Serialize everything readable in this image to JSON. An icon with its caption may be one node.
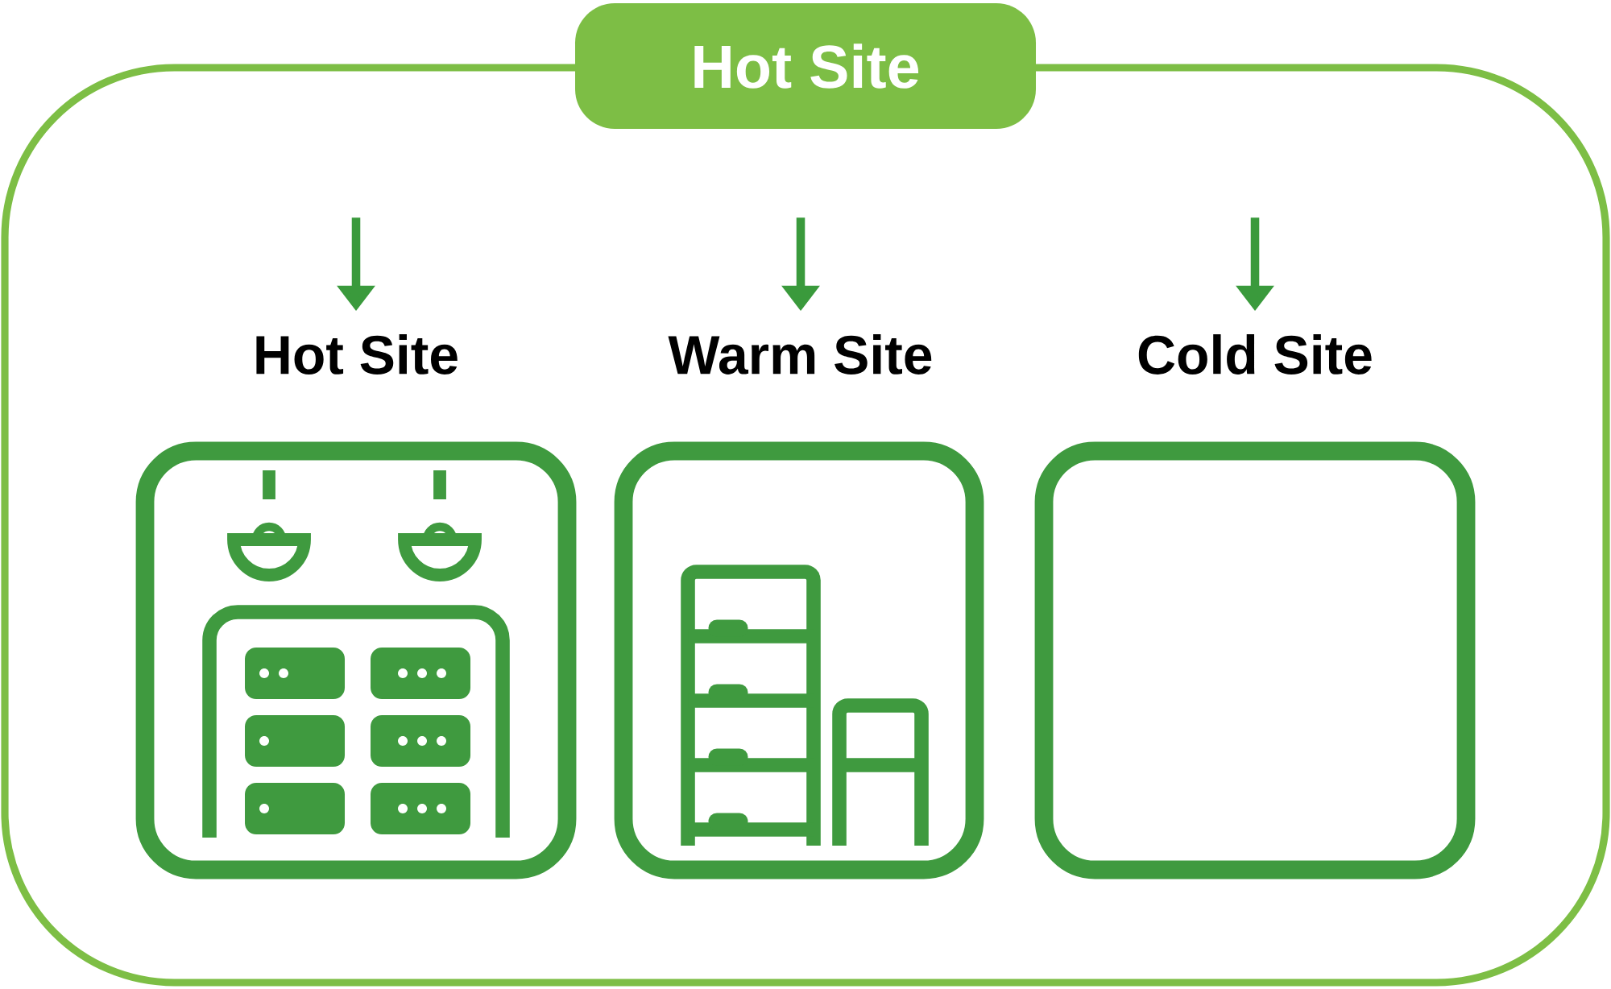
{
  "diagram": {
    "nodes": [
      {
        "text": [
          "Hot Site"
        ]
      },
      {
        "text": [
          "Hot Site"
        ],
        "in": 0
      },
      {
        "text": [
          "Warm Site"
        ],
        "in": 0
      },
      {
        "text": [
          "Cold Site"
        ],
        "in": 0
      },
      {
        "text": [],
        "shape": "picture",
        "in": 0
      },
      {
        "text": [],
        "shape": "picture",
        "in": 0
      },
      {
        "text": [],
        "shape": "box",
        "in": 0
      }
    ],
    "edges": [
      {
        "from": null,
        "to": 1,
        "arrow": "to"
      },
      {
        "from": null,
        "to": 2,
        "arrow": "to"
      },
      {
        "from": null,
        "to": 3,
        "arrow": "to"
      }
    ]
  }
}
